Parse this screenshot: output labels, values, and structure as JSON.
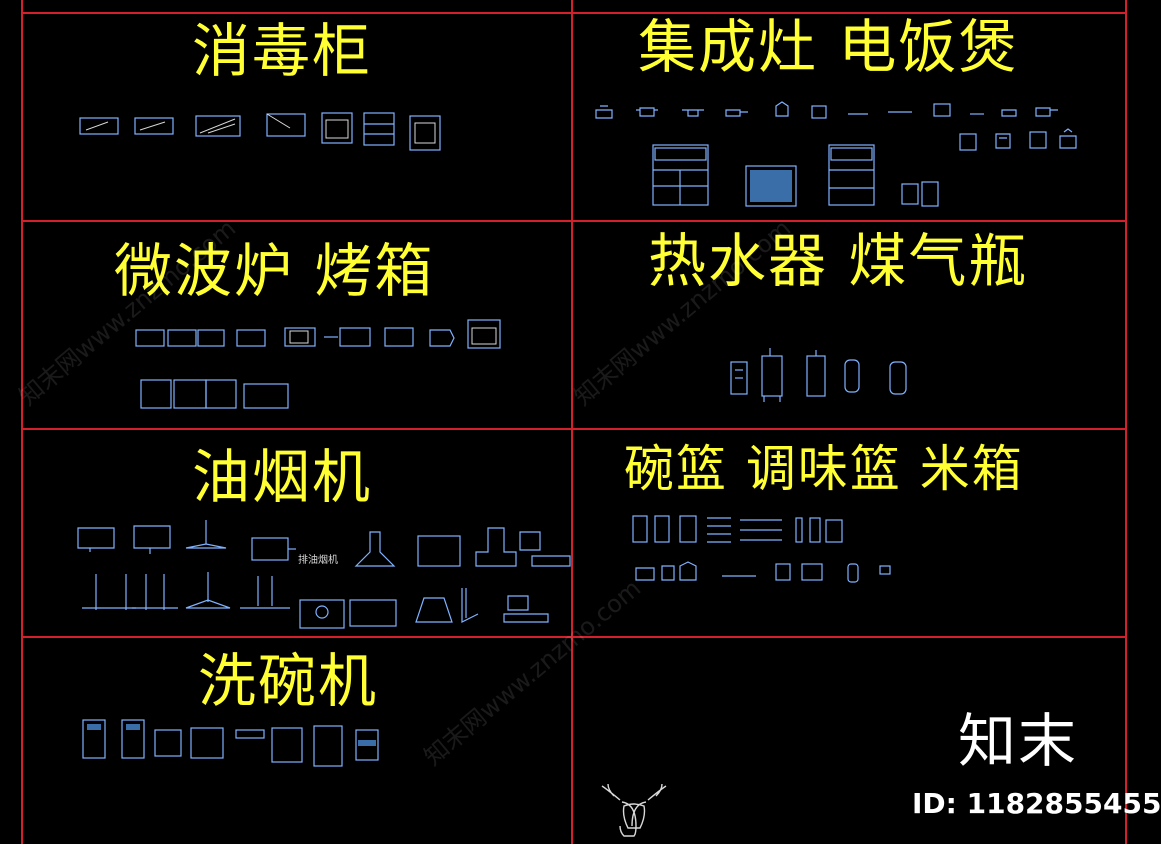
{
  "colors": {
    "background": "#000000",
    "grid_line": "#d4202a",
    "title_text": "#ffff33",
    "drawing_line": "#7fb2ff",
    "logo_text": "#ffffff"
  },
  "sections": {
    "disinfection_cabinet": "消毒柜",
    "integrated_stove": "集成灶  电饭煲",
    "microwave_oven": "微波炉  烤箱",
    "water_heater": "热水器  煤气瓶",
    "range_hood": "油烟机",
    "baskets": "碗篮  调味篮  米箱",
    "dishwasher": "洗碗机"
  },
  "range_hood_label": "排油烟机",
  "watermark": {
    "logo": "知末",
    "id_text": "ID: 1182855455",
    "site_text": "知末网www.znzmo.com"
  },
  "icons": {
    "deer_head": "deer-head-icon"
  }
}
